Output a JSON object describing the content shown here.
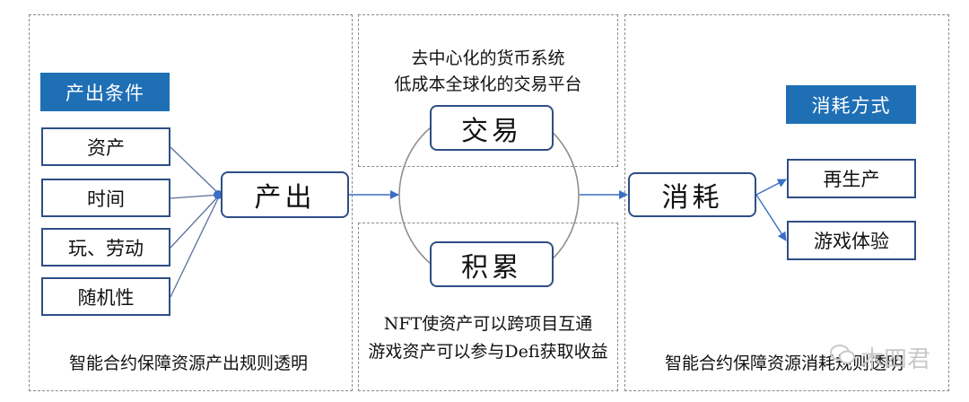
{
  "left": {
    "header": "产出条件",
    "conditions": [
      "资产",
      "时间",
      "玩、劳动",
      "随机性"
    ],
    "footer": "智能合约保障资源产出规则透明"
  },
  "middle": {
    "top_line1": "去中心化的货币系统",
    "top_line2": "低成本全球化的交易平台",
    "trade": "交易",
    "accumulate": "积累",
    "bottom_line1": "NFT使资产可以跨项目互通",
    "bottom_line2": "游戏资产可以参与Defi获取收益"
  },
  "output": "产出",
  "consume": "消耗",
  "right": {
    "header": "消耗方式",
    "ways": [
      "再生产",
      "游戏体验"
    ],
    "footer": "智能合约保障资源消耗规则透明"
  },
  "watermark": "木四君",
  "colors": {
    "header_bg": "#1f6fb5",
    "box_border": "#2e4e86",
    "arrow": "#3a6fc4",
    "ring": "#8f8f8f"
  }
}
